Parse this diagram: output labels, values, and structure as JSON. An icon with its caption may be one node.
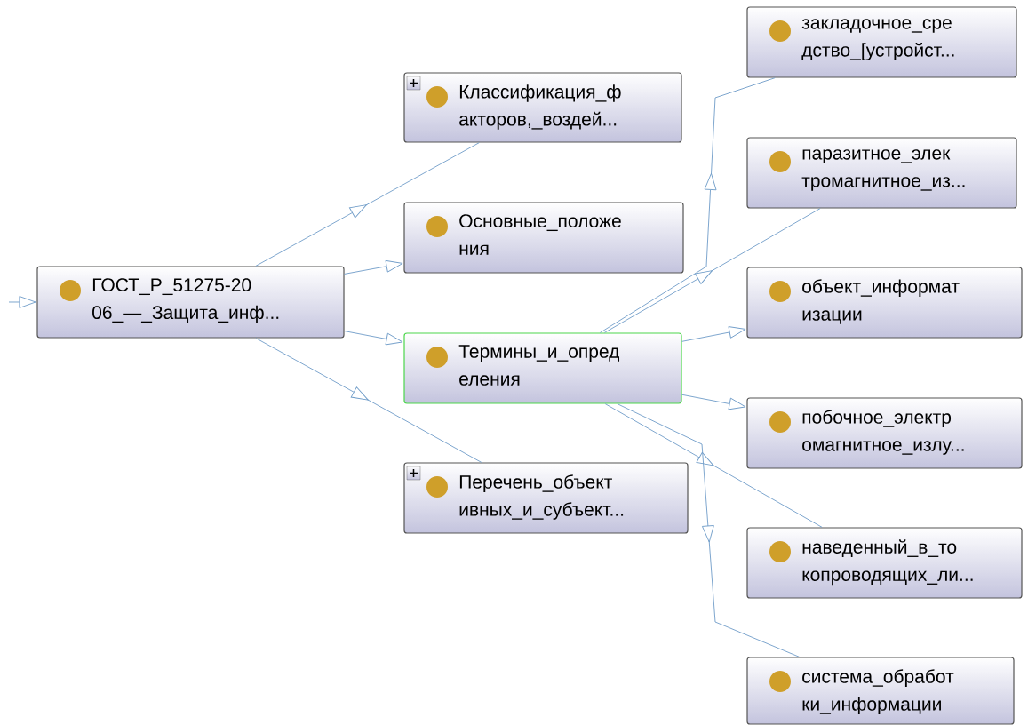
{
  "diagram": {
    "nodes": [
      {
        "text": [
          "ГОСТ_Р_51275-20 06_—_Защита_инф..."
        ]
      },
      {
        "text": [
          "Классификация_ф акторов,_воздей..."
        ]
      },
      {
        "text": [
          "Основные_положе ния"
        ]
      },
      {
        "text": [
          "Термины_и_опред еления"
        ]
      },
      {
        "text": [
          "Перечень_объект ивных_и_субъект..."
        ]
      },
      {
        "text": [
          "закладочное_сре дство_[устройст..."
        ]
      },
      {
        "text": [
          "паразитное_элек тромагнитное_из..."
        ]
      },
      {
        "text": [
          "объект_информат изации"
        ]
      },
      {
        "text": [
          "побочное_электр омагнитное_излу..."
        ]
      },
      {
        "text": [
          "наведенный_в_то копроводящих_ли..."
        ]
      },
      {
        "text": [
          "система_обработ ки_информации"
        ]
      }
    ],
    "edges": [
      {
        "from": null,
        "to": 0,
        "arrow": "to"
      },
      {
        "from": 0,
        "to": 1,
        "arrow": "to"
      },
      {
        "from": 0,
        "to": 2,
        "arrow": "to"
      },
      {
        "from": 0,
        "to": 3,
        "arrow": "to"
      },
      {
        "from": 0,
        "to": 4,
        "arrow": "to"
      },
      {
        "from": 3,
        "to": 5,
        "arrow": "to"
      },
      {
        "from": 3,
        "to": 6,
        "arrow": "to"
      },
      {
        "from": 3,
        "to": 7,
        "arrow": "to"
      },
      {
        "from": 3,
        "to": 8,
        "arrow": "to"
      },
      {
        "from": 3,
        "to": 9,
        "arrow": "to"
      },
      {
        "from": 3,
        "to": 10,
        "arrow": "to"
      }
    ]
  }
}
